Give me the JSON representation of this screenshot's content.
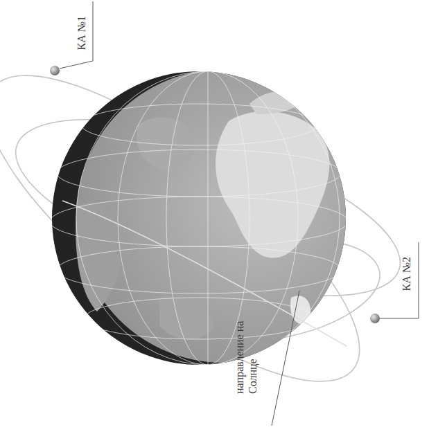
{
  "diagram": {
    "labels": [
      "КА №1",
      "КА №2",
      "направление на Солнце"
    ]
  }
}
